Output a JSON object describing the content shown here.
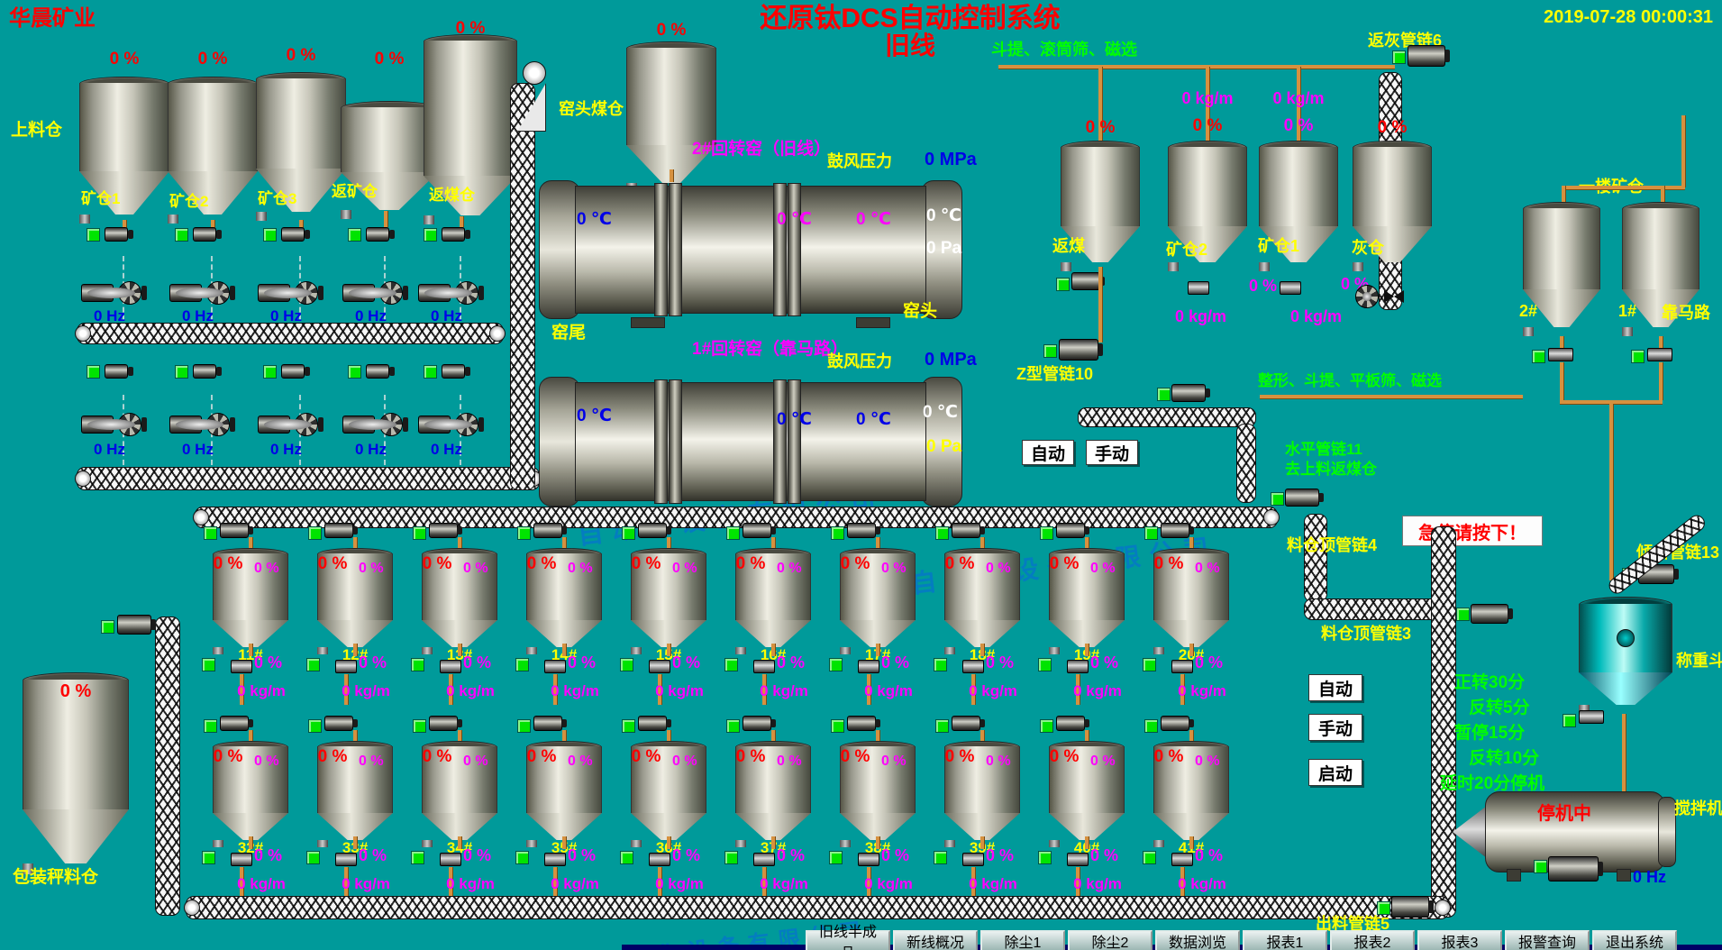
{
  "header": {
    "company": "华晨矿业",
    "title": "还原钛DCS自动控制系统",
    "subtitle": "旧线",
    "clock": "2019-07-28 00:00:31"
  },
  "watermark": "自动化设备有限公司",
  "feed": {
    "section_label": "上料仓",
    "bins": [
      {
        "name": "矿仓1",
        "level": "0 %"
      },
      {
        "name": "矿仓2",
        "level": "0 %"
      },
      {
        "name": "矿仓3",
        "level": "0 %"
      },
      {
        "name": "返矿仓",
        "level": "0 %"
      },
      {
        "name": "返煤仓",
        "level": "0 %"
      }
    ],
    "hz1": [
      "0 Hz",
      "0 Hz",
      "0 Hz",
      "0 Hz",
      "0 Hz"
    ],
    "hz2": [
      "0 Hz",
      "0 Hz",
      "0 Hz",
      "0 Hz",
      "0 Hz"
    ]
  },
  "kiln_area": {
    "coal_bin_label": "窑头煤仓",
    "coal_bin_level": "0 %",
    "tail": "窑尾",
    "head": "窑头",
    "kiln2": {
      "name": "2#回转窑（旧线）",
      "blast": "鼓风压力",
      "mpa": "0 MPa",
      "t1": "0 ℃",
      "t2": "0 ℃",
      "t3": "0 ℃",
      "t4": "0 ℃",
      "pa": "0 Pa"
    },
    "kiln1": {
      "name": "1#回转窑（靠马路）",
      "blast": "鼓风压力",
      "mpa": "0 MPa",
      "t1": "0 ℃",
      "t2": "0 ℃",
      "t3": "0 ℃",
      "t4": "0 ℃",
      "pa": "0 Pa"
    }
  },
  "screening": {
    "label": "斗提、滚筒筛、磁选",
    "chain6": "返灰管链6",
    "rates_top": [
      "0 kg/m",
      "0 kg/m"
    ],
    "bins": [
      {
        "name": "返煤",
        "level": "0 %"
      },
      {
        "name": "矿仓2",
        "level": "0 %"
      },
      {
        "name": "矿仓1",
        "level": "0 %"
      },
      {
        "name": "灰仓",
        "level": "0 %"
      }
    ],
    "bin2_pct": "0 %",
    "bin2_rate": "0 kg/m",
    "bin1_pct": "0 %",
    "bin1_rate": "0 kg/m",
    "chain10": "Z型管链10",
    "chain11": "水平管链11",
    "chain11_dest": "去上料返煤仓",
    "auto": "自动",
    "manual": "手动"
  },
  "floor1": {
    "label": "一楼矿仓",
    "bin2": "2#",
    "bin1": "1#",
    "road": "靠马路",
    "process": "整形、斗提、平板筛、磁选"
  },
  "chains": {
    "chain4": "料仓顶管链4",
    "chain3": "料仓顶管链3",
    "chain13": "倾斜管链13",
    "chain5": "出料管链5"
  },
  "estop_label": "急停请按下！",
  "storage": {
    "row1": [
      {
        "id": "11#",
        "level": "0 %",
        "level2": "0 %",
        "pct": "0 %",
        "rate": "0 kg/m"
      },
      {
        "id": "12#",
        "level": "0 %",
        "level2": "0 %",
        "pct": "0 %",
        "rate": "0 kg/m"
      },
      {
        "id": "13#",
        "level": "0 %",
        "level2": "0 %",
        "pct": "0 %",
        "rate": "0 kg/m"
      },
      {
        "id": "14#",
        "level": "0 %",
        "level2": "0 %",
        "pct": "0 %",
        "rate": "0 kg/m"
      },
      {
        "id": "15#",
        "level": "0 %",
        "level2": "0 %",
        "pct": "0 %",
        "rate": "0 kg/m"
      },
      {
        "id": "16#",
        "level": "0 %",
        "level2": "0 %",
        "pct": "0 %",
        "rate": "0 kg/m"
      },
      {
        "id": "17#",
        "level": "0 %",
        "level2": "0 %",
        "pct": "0 %",
        "rate": "0 kg/m"
      },
      {
        "id": "18#",
        "level": "0 %",
        "level2": "0 %",
        "pct": "0 %",
        "rate": "0 kg/m"
      },
      {
        "id": "19#",
        "level": "0 %",
        "level2": "0 %",
        "pct": "0 %",
        "rate": "0 kg/m"
      },
      {
        "id": "20#",
        "level": "0 %",
        "level2": "0 %",
        "pct": "0 %",
        "rate": "0 kg/m"
      }
    ],
    "row2": [
      {
        "id": "32#",
        "level": "0 %",
        "level2": "0 %",
        "pct": "0 %",
        "rate": "0 kg/m"
      },
      {
        "id": "33#",
        "level": "0 %",
        "level2": "0 %",
        "pct": "0 %",
        "rate": "0 kg/m"
      },
      {
        "id": "34#",
        "level": "0 %",
        "level2": "0 %",
        "pct": "0 %",
        "rate": "0 kg/m"
      },
      {
        "id": "35#",
        "level": "0 %",
        "level2": "0 %",
        "pct": "0 %",
        "rate": "0 kg/m"
      },
      {
        "id": "36#",
        "level": "0 %",
        "level2": "0 %",
        "pct": "0 %",
        "rate": "0 kg/m"
      },
      {
        "id": "37#",
        "level": "0 %",
        "level2": "0 %",
        "pct": "0 %",
        "rate": "0 kg/m"
      },
      {
        "id": "38#",
        "level": "0 %",
        "level2": "0 %",
        "pct": "0 %",
        "rate": "0 kg/m"
      },
      {
        "id": "39#",
        "level": "0 %",
        "level2": "0 %",
        "pct": "0 %",
        "rate": "0 kg/m"
      },
      {
        "id": "40#",
        "level": "0 %",
        "level2": "0 %",
        "pct": "0 %",
        "rate": "0 kg/m"
      },
      {
        "id": "41#",
        "level": "0 %",
        "level2": "0 %",
        "pct": "0 %",
        "rate": "0 kg/m"
      }
    ]
  },
  "packing": {
    "label": "包装秤料仓",
    "level": "0 %"
  },
  "mixer": {
    "weigh": "称重斗",
    "status": "停机中",
    "name": "搅拌机",
    "hz": "0 Hz",
    "auto": "自动",
    "manual": "手动",
    "start": "启动",
    "timings": [
      "正转30分",
      "反转5分",
      "暂停15分",
      "反转10分",
      "延时20分停机"
    ]
  },
  "bottom_buttons": [
    "旧线半成品",
    "新线概况",
    "除尘1",
    "除尘2",
    "数据浏览",
    "报表1",
    "报表2",
    "报表3",
    "报警查询",
    "退出系统"
  ]
}
